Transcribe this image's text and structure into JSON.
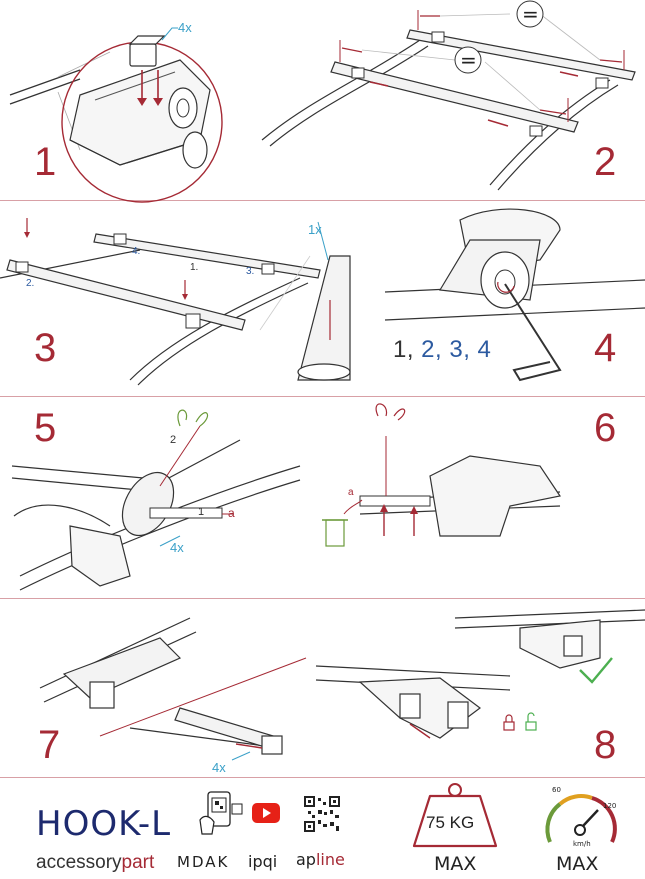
{
  "steps": [
    {
      "number": "1",
      "callout": "4x"
    },
    {
      "number": "2",
      "equal_sign": "="
    },
    {
      "number": "3",
      "callout": "1x",
      "labels": [
        "1.",
        "2.",
        "3.",
        "4."
      ]
    },
    {
      "number": "4",
      "tighten_order": {
        "first": "1,",
        "rest": [
          " 2,",
          " 3,",
          " 4"
        ]
      }
    },
    {
      "number": "5",
      "callout": "4x",
      "marks": [
        "1",
        "2",
        "a"
      ]
    },
    {
      "number": "6",
      "mark": "a"
    },
    {
      "number": "7",
      "callout": "4x"
    },
    {
      "number": "8"
    }
  ],
  "footer": {
    "product": "HOOK-L",
    "brand_part1": "accessory",
    "brand_part2": "part",
    "logo_mdak": "MDAK",
    "logo_ipqi": "ipqi",
    "logo_apline_1": "ap",
    "logo_apline_2": "line",
    "weight": "75 KG",
    "weight_max": "MAX",
    "speed_unit": "km/h",
    "speed_low": "60",
    "speed_high": "120",
    "speed_max": "MAX"
  },
  "colors": {
    "accent_red": "#a52a35",
    "callout_blue": "#3aa0c8",
    "order_blue": "#2c5aa0",
    "brand_navy": "#1d2a6e",
    "check_green": "#4caf50"
  }
}
